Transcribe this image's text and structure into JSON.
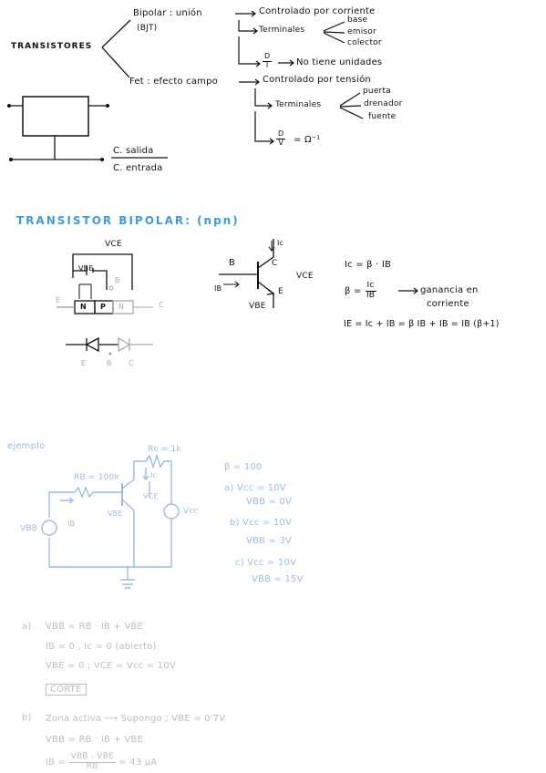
{
  "section1": {
    "root": "TRANSISTORES",
    "bipolar_line": "Bipolar : unión",
    "bipolar_abbr": "(BJT)",
    "bipolar_control": "Controlado por corriente",
    "bipolar_terminals": "Terminales",
    "bipolar_term_list": [
      "base",
      "emisor",
      "colector"
    ],
    "bipolar_ratio_num": "D",
    "bipolar_ratio_den": "I",
    "bipolar_ratio_text": "No tiene unidades",
    "fet_line": "Fet : efecto campo",
    "fet_control": "Controlado por tensión",
    "fet_terminals": "Terminales",
    "fet_term_list": [
      "puerta",
      "drenador",
      "fuente"
    ],
    "fet_ratio_num": "D",
    "fet_ratio_den": "V",
    "fet_ratio_text": "= Ω⁻¹",
    "block_out": "C. salida",
    "block_in": "C. entrada"
  },
  "section2": {
    "title": "TRANSISTOR BIPOLAR: (npn)",
    "vce_top": "VCE",
    "vbe": "VBE",
    "b_label": "B",
    "e_label": "E",
    "c_label": "C",
    "n1": "N",
    "p": "P",
    "n2": "N",
    "diode_labels": [
      "E",
      "B",
      "C"
    ],
    "sym_ic": "Ic",
    "sym_b": "B",
    "sym_c": "C",
    "sym_ib": "IB",
    "sym_e": "E",
    "sym_vce": "VCE",
    "sym_vbe": "VBE",
    "eq1": "Ic = β · IB",
    "eq2_lhs": "β =",
    "eq2_num": "Ic",
    "eq2_den": "IB",
    "eq2_text": "ganancia en",
    "eq2_text2": "corriente",
    "eq3": "IE = Ic + IB = β IB + IB = IB (β+1)"
  },
  "section3": {
    "title": "ejemplo",
    "rc": "Rc = 1k",
    "rb": "RB = 100k",
    "ic": "Ic",
    "ib": "IB",
    "vce": "VCE",
    "vbe": "VBE",
    "vbb": "VBB",
    "vcc": "Vcc",
    "beta": "β = 100",
    "cases": [
      {
        "label": "a)",
        "l1": "Vcc = 10V",
        "l2": "VBB = 0V"
      },
      {
        "label": "b)",
        "l1": "Vcc = 10V",
        "l2": "VBB = 3V"
      },
      {
        "label": "c)",
        "l1": "Vcc = 10V",
        "l2": "VBB = 15V"
      }
    ]
  },
  "section4": {
    "a_label": "a)",
    "a_l1": "VBB = RB · IB + VBE",
    "a_l2": "IB = 0 , Ic = 0  (abierto)",
    "a_l3": "VBE = 0 ; VCE = Vcc = 10V",
    "a_box": "CORTE",
    "b_label": "b)",
    "b_l1a": "Zona activa",
    "b_l1b": "Supongo",
    "b_l1c": "; VBE = 0'7V",
    "b_l2": "VBB = RB · IB + VBE",
    "b_l3_lhs": "IB =",
    "b_l3_num": "VBB - VBE",
    "b_l3_den": "RB",
    "b_l3_rhs": "= 43 μA"
  }
}
